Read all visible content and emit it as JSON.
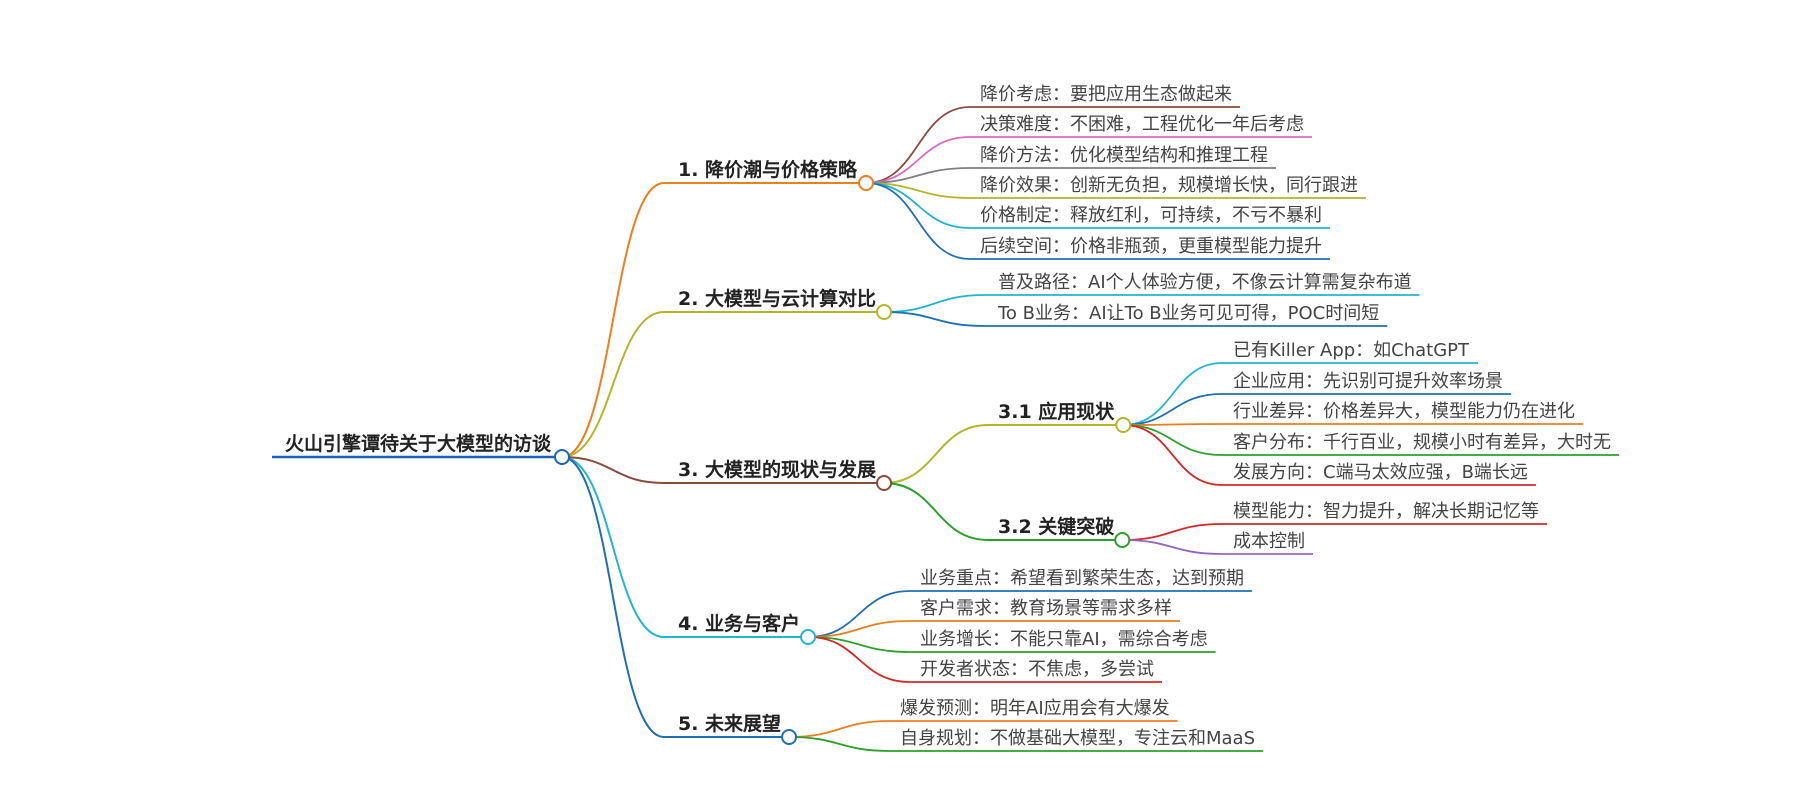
{
  "root": {
    "label": "火山引擎谭待关于大模型的访谈",
    "color": "#1565c0"
  },
  "branches": [
    {
      "id": "b1",
      "label": "1. 降价潮与价格策略",
      "color": "#ee7d1e",
      "children": [
        {
          "label": "降价考虑：要把应用生态做起来",
          "color": "#8b4a3c"
        },
        {
          "label": "决策难度：不困难，工程优化一年后考虑",
          "color": "#e067c0"
        },
        {
          "label": "降价方法：优化模型结构和推理工程",
          "color": "#7f7f7f"
        },
        {
          "label": "降价效果：创新无负担，规模增长快，同行跟进",
          "color": "#b5b52a"
        },
        {
          "label": "价格制定：释放红利，可持续，不亏不暴利",
          "color": "#22b5cf"
        },
        {
          "label": "后续空间：价格非瓶颈，更重模型能力提升",
          "color": "#1f6fb5"
        }
      ]
    },
    {
      "id": "b2",
      "label": "2. 大模型与云计算对比",
      "color": "#b5b52a",
      "children": [
        {
          "label": "普及路径：AI个人体验方便，不像云计算需复杂布道",
          "color": "#22b5cf"
        },
        {
          "label": "To B业务：AI让To B业务可见可得，POC时间短",
          "color": "#1f6fb5"
        }
      ]
    },
    {
      "id": "b3",
      "label": "3. 大模型的现状与发展",
      "color": "#8b4a3c",
      "children": [],
      "subs": [
        {
          "id": "b31",
          "label": "3.1 应用现状",
          "color": "#b5b52a",
          "children": [
            {
              "label": "已有Killer App：如ChatGPT",
              "color": "#22b5cf"
            },
            {
              "label": "企业应用：先识别可提升效率场景",
              "color": "#1f6fb5"
            },
            {
              "label": "行业差异：价格差异大，模型能力仍在进化",
              "color": "#ee7d1e"
            },
            {
              "label": "客户分布：千行百业，规模小时有差异，大时无",
              "color": "#2ca02c"
            },
            {
              "label": "发展方向：C端马太效应强，B端长远",
              "color": "#d62728"
            }
          ]
        },
        {
          "id": "b32",
          "label": "3.2 关键突破",
          "color": "#2ca02c",
          "children": [
            {
              "label": "模型能力：智力提升，解决长期记忆等",
              "color": "#d62728"
            },
            {
              "label": "成本控制",
              "color": "#9467bd"
            }
          ]
        }
      ]
    },
    {
      "id": "b4",
      "label": "4. 业务与客户",
      "color": "#22b5cf",
      "children": [
        {
          "label": "业务重点：希望看到繁荣生态，达到预期",
          "color": "#1f6fb5"
        },
        {
          "label": "客户需求：教育场景等需求多样",
          "color": "#ee7d1e"
        },
        {
          "label": "业务增长：不能只靠AI，需综合考虑",
          "color": "#2ca02c"
        },
        {
          "label": "开发者状态：不焦虑，多尝试",
          "color": "#d62728"
        }
      ]
    },
    {
      "id": "b5",
      "label": "5. 未来展望",
      "color": "#1f6fb5",
      "children": [
        {
          "label": "爆发预测：明年AI应用会有大爆发",
          "color": "#ee7d1e"
        },
        {
          "label": "自身规划：不做基础大模型，专注云和MaaS",
          "color": "#2ca02c"
        }
      ]
    }
  ]
}
